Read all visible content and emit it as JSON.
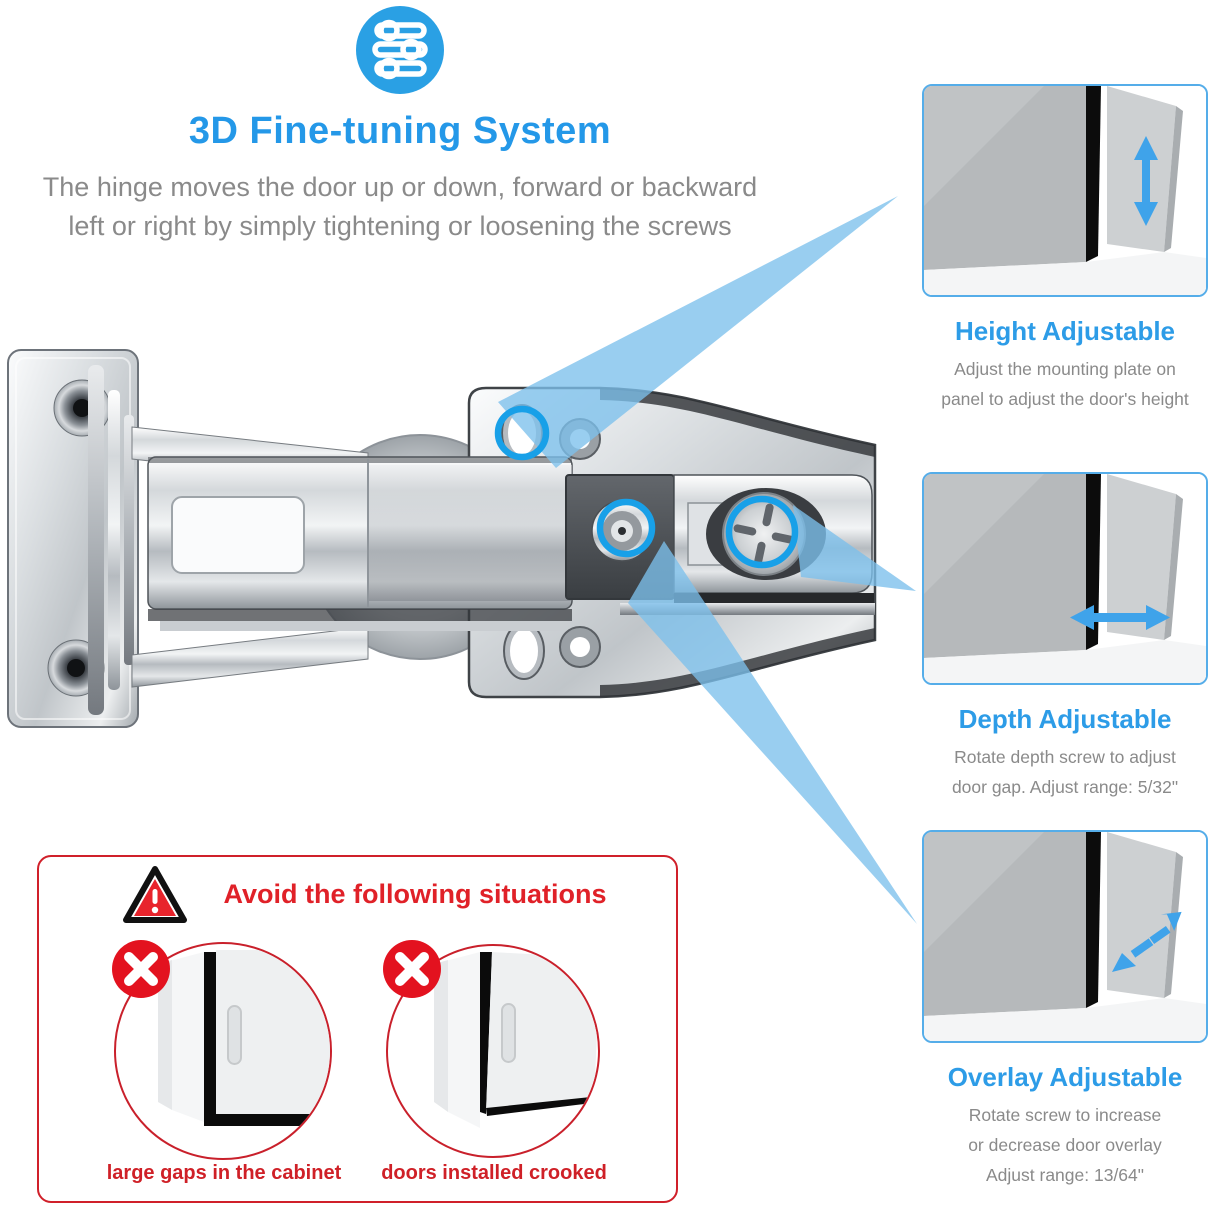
{
  "header": {
    "icon_name": "sliders-icon",
    "title": "3D Fine-tuning System",
    "subtitle_line1": "The hinge moves the door up or down, forward or backward",
    "subtitle_line2": "left or right by simply tightening or loosening the screws"
  },
  "hinge": {
    "description": "concealed cabinet hinge with mounting plate",
    "callouts": [
      "height-adjust-hole",
      "depth-adjust-screw",
      "overlay-adjust-screw"
    ]
  },
  "panels": [
    {
      "title": "Height Adjustable",
      "desc_lines": [
        "Adjust the mounting plate on",
        "panel to adjust the door's height"
      ],
      "arrow": "vertical-double-arrow"
    },
    {
      "title": "Depth Adjustable",
      "desc_lines": [
        "Rotate depth screw to adjust",
        "door gap. Adjust range: 5/32\""
      ],
      "arrow": "horizontal-double-arrow"
    },
    {
      "title": "Overlay Adjustable",
      "desc_lines": [
        "Rotate screw to increase",
        "or decrease door overlay",
        "Adjust range: 13/64\""
      ],
      "arrow": "diagonal-double-arrow"
    }
  ],
  "warning": {
    "icon_name": "warning-triangle-icon",
    "title": "Avoid the following situations",
    "item1_label": "large gaps in the cabinet",
    "item2_label": "doors installed crooked"
  },
  "colors": {
    "accent_blue": "#2498e8",
    "panel_border_blue": "#55ade9",
    "beam_blue": "#7cc0ec",
    "callout_ring_blue": "#18a0e8",
    "text_gray": "#8a8a8a",
    "warning_red": "#d0202a"
  }
}
